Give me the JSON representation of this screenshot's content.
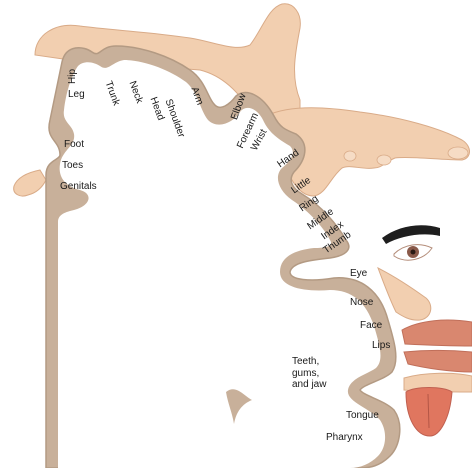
{
  "diagram": {
    "colors": {
      "cortex_fill": "#c8b09a",
      "cortex_edge": "#b39a83",
      "inner_fill": "#ffffff",
      "skin": "#f2cfb0",
      "skin_edge": "#d9ab88",
      "lip": "#d9876f",
      "tongue": "#e0765f",
      "eye_iris": "#8a5a4a",
      "brow": "#1e1e1e"
    },
    "body_parts_icons": [
      "leg-and-foot-illustration",
      "hand-illustration",
      "eye-illustration",
      "nose-illustration",
      "lips-illustration",
      "tongue-illustration"
    ],
    "labels": {
      "hip": "Hip",
      "leg": "Leg",
      "foot": "Foot",
      "toes": "Toes",
      "genitals": "Genitals",
      "trunk": "Trunk",
      "neck": "Neck",
      "head": "Head",
      "shoulder": "Shoulder",
      "arm": "Arm",
      "elbow": "Elbow",
      "forearm": "Forearm",
      "wrist": "Wrist",
      "hand": "Hand",
      "little": "Little",
      "ring": "Ring",
      "middle": "Middle",
      "index": "Index",
      "thumb": "Thumb",
      "eye": "Eye",
      "nose": "Nose",
      "face": "Face",
      "lips": "Lips",
      "teeth": "Teeth,\ngums,\nand jaw",
      "tongue": "Tongue",
      "pharynx": "Pharynx"
    }
  }
}
